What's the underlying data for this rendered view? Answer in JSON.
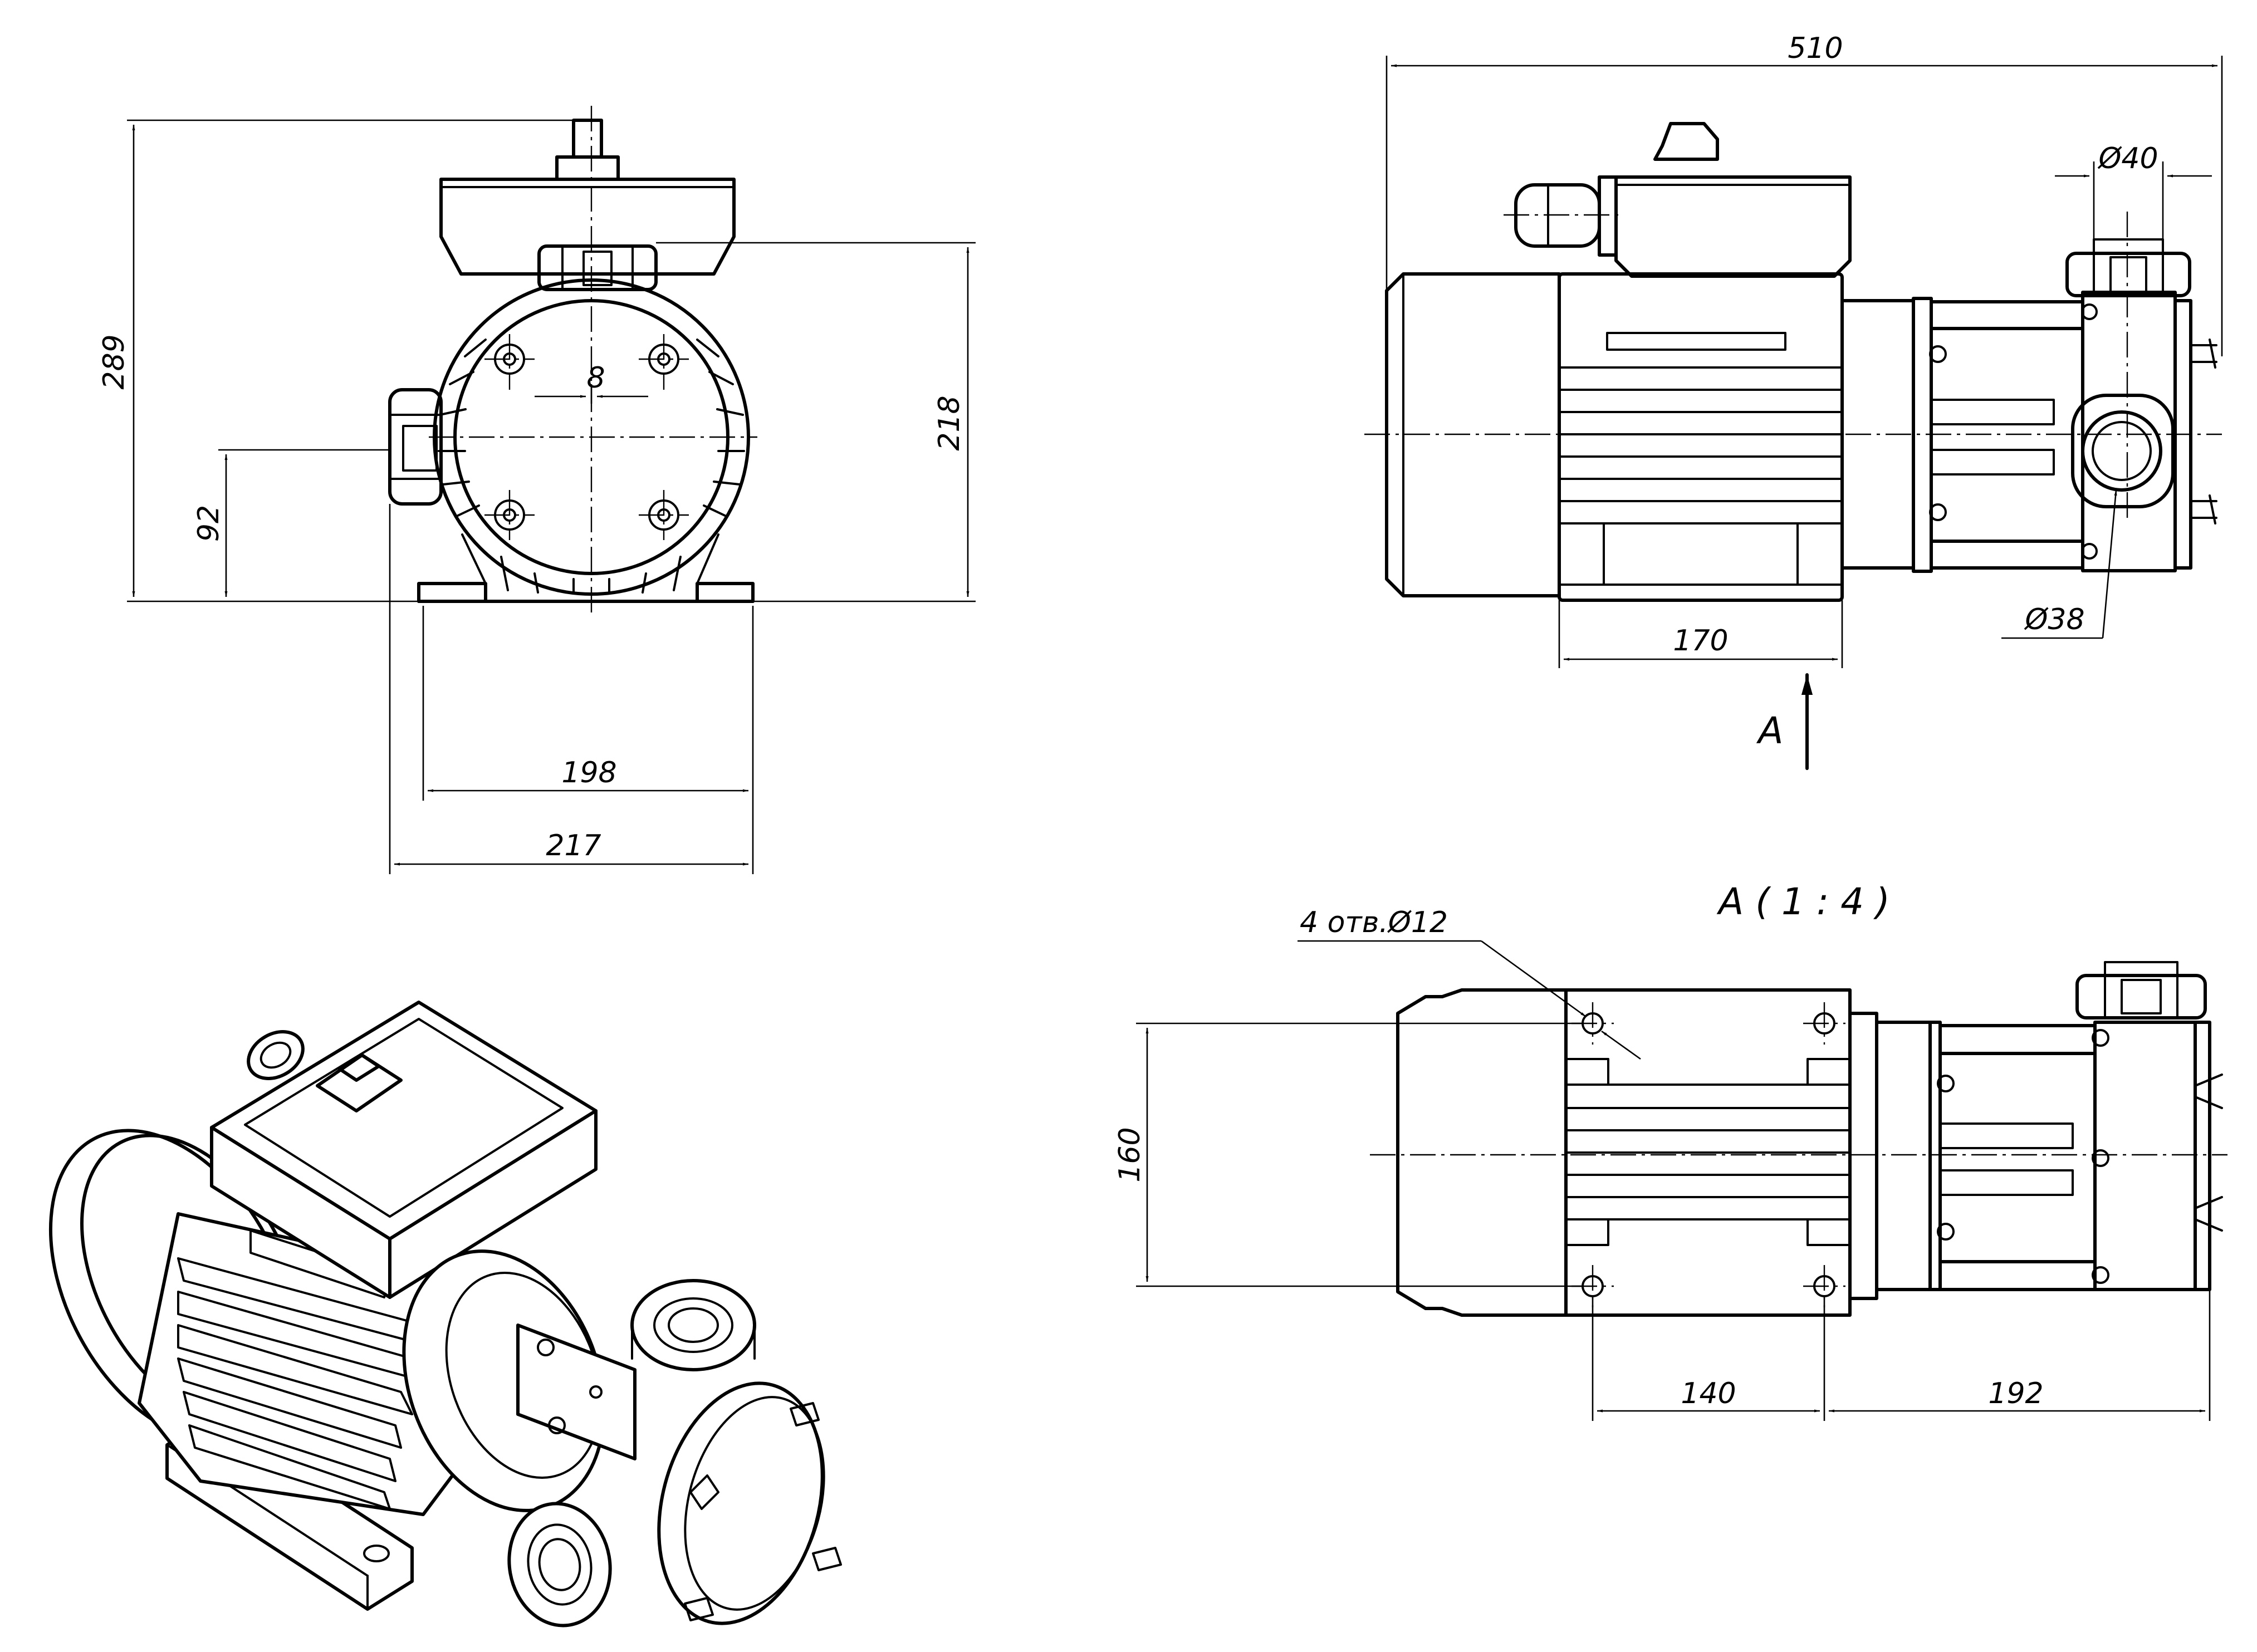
{
  "front_view": {
    "dim_height_total": "289",
    "dim_height_body": "218",
    "dim_axis_height": "92",
    "dim_bolt_offset": "8",
    "dim_foot_width": "198",
    "dim_total_width": "217"
  },
  "side_view": {
    "dim_total_length": "510",
    "dim_outlet_dia": "Ø40",
    "dim_inlet_dia": "Ø38",
    "dim_motor_length": "170",
    "view_marker": "A"
  },
  "top_view": {
    "title": "A ( 1 : 4 )",
    "holes_note": "4 отв.Ø12",
    "dim_width": "160",
    "dim_hole_spacing": "140",
    "dim_pump_length": "192"
  }
}
